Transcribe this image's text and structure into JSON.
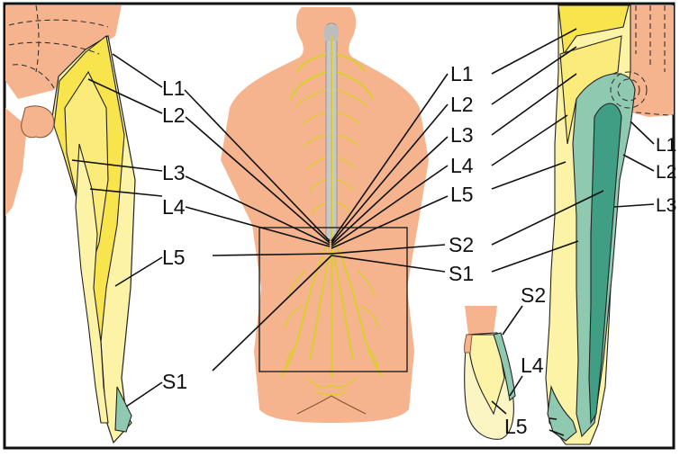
{
  "colors": {
    "skin": "#f6b48e",
    "dermatome_light": "#fdf3a6",
    "dermatome_yellow": "#f8e44d",
    "dermatome_pale": "#fbf5c4",
    "dermatome_green": "#8fcab0",
    "dermatome_dark_green": "#3f9e84",
    "nerve_yellow": "#e3d736",
    "spine_gray": "#c8c8c8",
    "frame": "#111111"
  },
  "labels": {
    "left": [
      "L1",
      "L2",
      "L3",
      "L4",
      "L5",
      "S1"
    ],
    "right_upper": [
      "L1",
      "L2",
      "L3",
      "L4",
      "L5"
    ],
    "center_right": [
      "S2",
      "S1"
    ],
    "far_right": [
      "L1",
      "L2",
      "L3"
    ],
    "foot": [
      "S2",
      "L4",
      "L5"
    ]
  }
}
